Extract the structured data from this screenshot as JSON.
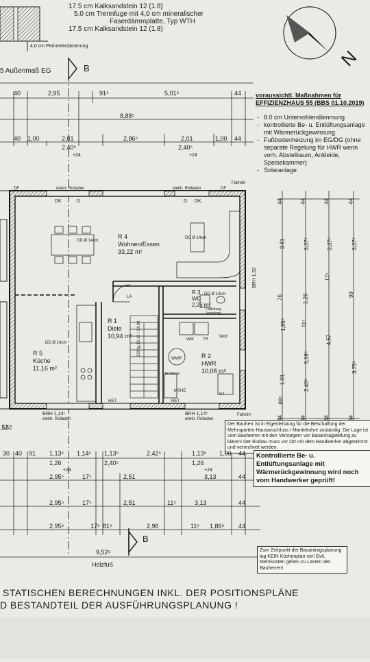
{
  "wall_legend": {
    "line1": "17.5 cm Kalksandstein 12 (1.8)",
    "line2": "5.0 cm Trennfuge mit 4,0 cm mineralischer",
    "line3": "Faserdämmplatte, Typ WTH",
    "line4": "17.5 cm Kalksandstein 12 (1.8)",
    "perimeter": "4,0 cm Perimeterdämmung"
  },
  "north_arrow": {
    "label": "N"
  },
  "section_marker": {
    "label": "B"
  },
  "header_label": "5 Außenmaß EG",
  "top_dims": {
    "row1": [
      "40",
      "2,95",
      "91⁵",
      "5,01⁵",
      "44"
    ],
    "row2": [
      "8,88⁵"
    ],
    "row3": [
      "40",
      "1,00",
      "2,01",
      "2,86⁵",
      "2,01",
      "1,00",
      "44"
    ],
    "row3_sub": [
      "2,40⁵",
      "+24",
      "2,40⁵",
      "+24"
    ]
  },
  "measures": {
    "title1": "voraussichtl. Maßnahmen für",
    "title2": "EFFIZIENZHAUS 55 (BBS 01.10.2019)",
    "items": [
      "8.0 cm Untersohlendämmung",
      "kontrollierte Be- u. Entlüftungsanlage mit Wärmerückgewinnung",
      "Fußbodenheizung im EG/DG (ohne separate Regelung für HWR wenn vorh. Abstellraum, Ankleide, Speisekammer)",
      "Solaranlage"
    ]
  },
  "rooms": {
    "r4": {
      "id": "R 4",
      "name": "Wohnen/Essen",
      "area": "33,22 m²"
    },
    "r1": {
      "id": "R 1",
      "name": "Diele",
      "area": "10,94 m²"
    },
    "r5": {
      "id": "R 5",
      "name": "Küche",
      "area": "11,16 m²"
    },
    "r3": {
      "id": "R 3",
      "name": "WC",
      "area": "2,26 m²"
    },
    "r2": {
      "id": "R 2",
      "name": "HWR",
      "area": "10,08 m²"
    }
  },
  "plan_labels": {
    "rolladen_top1": "elektr. Rolladen",
    "rolladen_top2": "elektr. Rolladen",
    "fallrohr_top": "Fallrohr",
    "fallrohr_bottom": "Fallrohr",
    "df": "DF",
    "dk": "DK",
    "d": "D",
    "dd_r4a": "DD Ø 14cm",
    "dd_r4b": "DD Ø 14cm",
    "dd_r5": "DD Ø 14cm",
    "dd_wc": "DD Ø 14cm",
    "la": "LA",
    "stair": "15Stg.19,10 / 24,00",
    "het": "HET",
    "brh_left": "BRH 1,14⁵",
    "brh_right": "BRH 1,14⁵",
    "brh_side": "BRH 1,52",
    "rolladen_bottom1": "elektr. Rolladen",
    "rolladen_bottom2": "elektr. Rolladen",
    "wm": "WM",
    "tr": "TR",
    "wolf": "Wolf",
    "msh": "MSHE",
    "gt": "GT",
    "tel": "Tel./Strom",
    "wwp": "WWP",
    "entry_side": "1,52",
    "fallleitung": "Fallleitung Verteilung"
  },
  "side_dims": {
    "col1": [
      "44",
      "3,61",
      "76",
      "1,85⁵",
      "1,01",
      "88⁵",
      "44"
    ],
    "col2": [
      "44",
      "3,37⁵",
      "1,26",
      "11⁵",
      "3,19⁵",
      "2,40⁵",
      "44"
    ],
    "col3": [
      "44",
      "3,37⁵",
      "17⁵",
      "4,57",
      "44"
    ],
    "col4": [
      "44",
      "3,37⁵",
      "99",
      "3,75⁵",
      "44"
    ]
  },
  "bottom_dims": {
    "row1": [
      "30",
      "40",
      "91",
      "1,13⁵",
      "1,14⁵",
      "1,13⁵",
      "2,42⁵",
      "1,13⁵",
      "1,00",
      "44"
    ],
    "row1_sub": [
      "1,26",
      "+24",
      "2,40⁵",
      "1,26",
      "+24"
    ],
    "row2": [
      "2,95⁵",
      "17⁵",
      "2,51",
      "3,13",
      "44"
    ],
    "row3": [
      "2,95⁵",
      "17⁵",
      "2,51",
      "11⁵",
      "3,13",
      "44"
    ],
    "row4": [
      "2,95⁵",
      "17⁵",
      "81⁵",
      "2,96",
      "11⁵",
      "1,86⁵",
      "44"
    ],
    "total": "9,52⁵",
    "holzfuss": "Holzfuß",
    "left_52": ",52"
  },
  "notes": {
    "bauherr": "Der Bauherr ist in Eigenleistung für die Beschaffung der Mehrsparten-Hausanschluss / Mantelrohre zuständig. Die Lage ist vom Bauherren mit den Versorgern vor Bauantragstellung zu klären! Der Einbau muss vor Ort mit dem Handwerker abgestimmt und verrechnet werden.",
    "kontrolliert": "Kontrollierte Be- u. Entlüftungsanlage mit Wärmerückgewinnung wird noch vom Handwerker geprüft!",
    "kuechenplan": "Zum Zeitpunkt der Bauantragsplanung lag KEIN Küchenplan vor! Evtl. Mehrkosten gehen zu Lasten des Bauherren!"
  },
  "footer": {
    "line1": "STATISCHEN BERECHNUNGEN INKL. DER POSITIONSPLÄNE",
    "line2": "D BESTANDTEIL DER AUSFÜHRUNGSPLANUNG !"
  }
}
